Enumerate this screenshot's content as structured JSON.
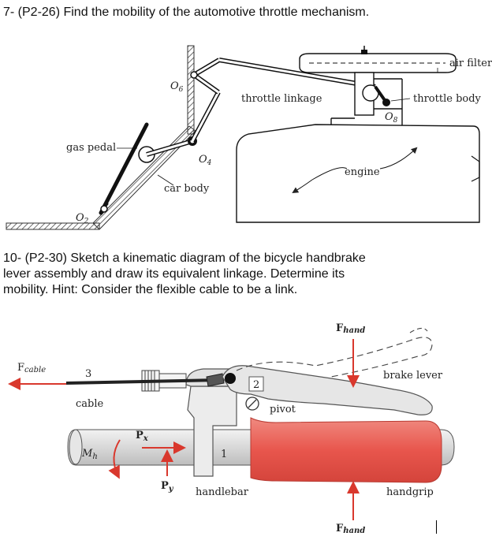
{
  "problem1": {
    "text": "7- (P2-26) Find the mobility of the automotive throttle mechanism.",
    "labels": {
      "air_filter": "air filter",
      "throttle_linkage": "throttle linkage",
      "throttle_body": "throttle body",
      "gas_pedal": "gas pedal",
      "engine": "engine",
      "car_body": "car body",
      "o6": "O",
      "o6_sub": "6",
      "o4": "O",
      "o4_sub": "4",
      "o8": "O",
      "o8_sub": "8",
      "o2": "O",
      "o2_sub": "2"
    }
  },
  "problem2": {
    "text_lines": [
      "10- (P2-30) Sketch a kinematic diagram of the bicycle handbrake",
      "lever assembly and draw its equivalent linkage. Determine its",
      "mobility. Hint: Consider the flexible cable to be a link."
    ],
    "labels": {
      "f_cable": "F",
      "f_cable_sub": "cable",
      "three": "3",
      "cable": "cable",
      "mh": "M",
      "mh_sub": "h",
      "px": "P",
      "px_sub": "x",
      "py": "P",
      "py_sub": "y",
      "one": "1",
      "two": "2",
      "pivot": "pivot",
      "handlebar": "handlebar",
      "brake_lever": "brake lever",
      "handgrip": "handgrip",
      "f_hand_top": "F",
      "f_hand_top_sub": "hand",
      "f_hand_bottom": "F",
      "f_hand_bottom_sub": "hand"
    },
    "colors": {
      "handgrip": "#e8564d",
      "force_arrow": "#d9382d"
    }
  }
}
